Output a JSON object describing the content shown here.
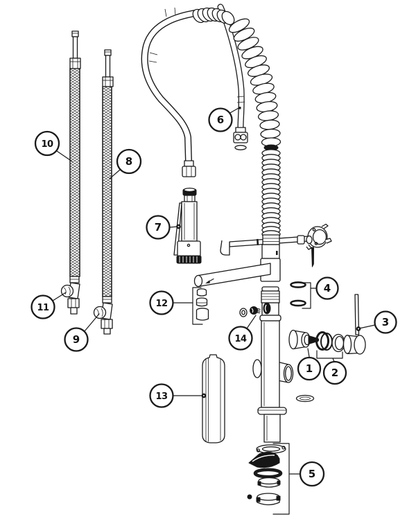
{
  "colors": {
    "background": "#ffffff",
    "line": "#1a1a1a",
    "dark_fill": "#161616"
  },
  "callouts": [
    {
      "number": "1",
      "part": "valve-cartridge"
    },
    {
      "number": "2",
      "part": "seal-ring-set"
    },
    {
      "number": "3",
      "part": "handle-with-lever"
    },
    {
      "number": "4",
      "part": "o-ring-pair"
    },
    {
      "number": "5",
      "part": "base-mounting-hardware-stack"
    },
    {
      "number": "6",
      "part": "flexible-hose"
    },
    {
      "number": "7",
      "part": "spray-valve-head"
    },
    {
      "number": "8",
      "part": "braided-supply-hose-short"
    },
    {
      "number": "9",
      "part": "check-valve-short-hose"
    },
    {
      "number": "10",
      "part": "braided-supply-hose-long"
    },
    {
      "number": "11",
      "part": "check-valve-long-hose"
    },
    {
      "number": "12",
      "part": "spacer-bushing-set"
    },
    {
      "number": "13",
      "part": "riser-sleeve"
    },
    {
      "number": "14",
      "part": "set-screw-and-washer"
    }
  ]
}
